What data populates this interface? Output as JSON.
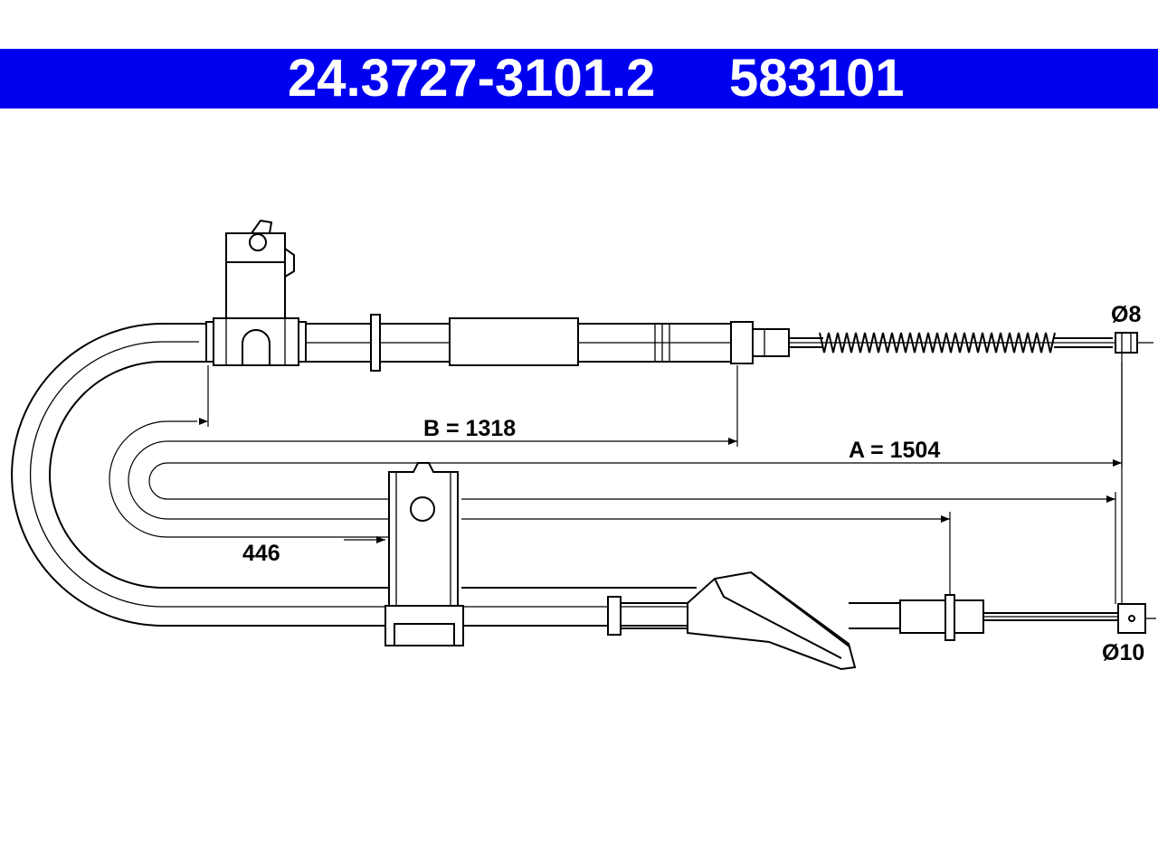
{
  "header": {
    "part_number_primary": "24.3727-3101.2",
    "part_number_secondary": "583101",
    "background_color": "#0000f0",
    "text_color": "#ffffff"
  },
  "dimensions": {
    "A": "A = 1504",
    "B": "B = 1318",
    "offset": "446",
    "diameter_top": "Ø8",
    "diameter_bottom": "Ø10"
  }
}
